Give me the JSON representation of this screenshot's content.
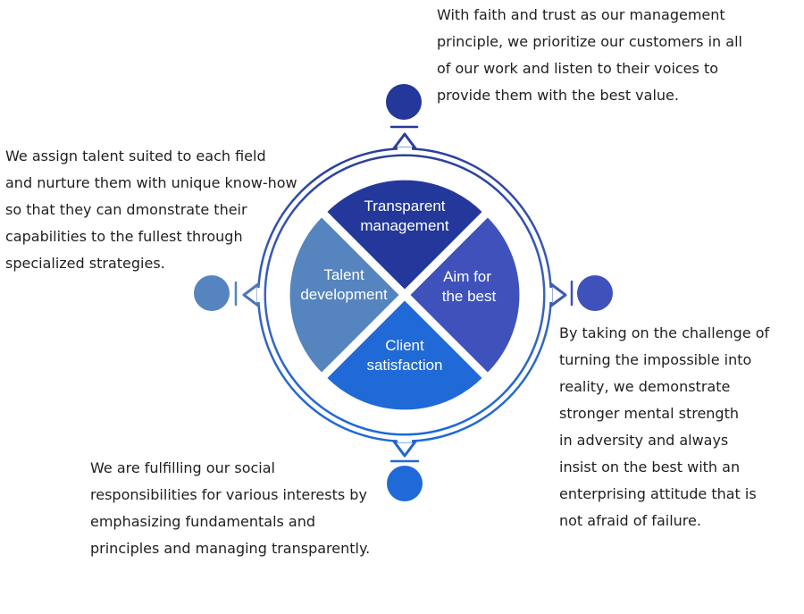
{
  "colors": {
    "top": "#23389a",
    "right": "#3f52bb",
    "bottom": "#1f6ad6",
    "left": "#5684be",
    "ring": "#2c5cb0"
  },
  "quadrants": {
    "top": "Transparent\nmanagement",
    "right": "Aim for\nthe best",
    "bottom": "Client\nsatisfaction",
    "left": "Talent\ndevelopment"
  },
  "descriptions": {
    "top": "With faith and trust as our management\nprinciple, we prioritize our customers in all\nof our work and listen to their voices to\nprovide them with the best value.",
    "left": "We assign talent suited to each field\nand nurture them with unique know-how\nso that they can dmonstrate their\ncapabilities to the fullest through\nspecialized strategies.",
    "right": "By taking on the challenge of\nturning the impossible into\nreality, we demonstrate\nstronger mental strength\nin adversity and always\ninsist on the best with an\nenterprising attitude that is\nnot afraid of failure.",
    "bottom": "We are fulfilling our social\nresponsibilities for various interests by\nemphasizing fundamentals and\nprinciples and managing transparently."
  }
}
